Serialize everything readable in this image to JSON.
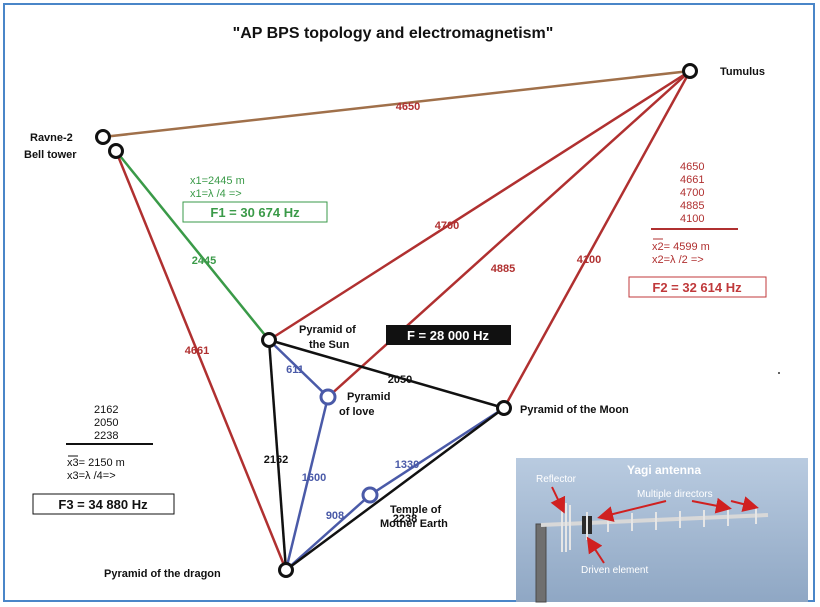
{
  "title": "\"AP BPS topology and electromagnetism\"",
  "nodes": {
    "ravne": "Ravne-2",
    "bell": "Bell tower",
    "tumulus": "Tumulus",
    "sun_1": "Pyramid of",
    "sun_2": "the Sun",
    "love_1": "Pyramid",
    "love_2": "of love",
    "moon": "Pyramid of the Moon",
    "earth_1": "Temple of",
    "earth_2": "Mother Earth",
    "dragon": "Pyramid of the dragon"
  },
  "edges": {
    "ravne_tumulus": "4650",
    "bell_sun": "2445",
    "bell_dragon": "4661",
    "sun_tumulus": "4700",
    "love_tumulus": "4885",
    "moon_tumulus": "4100",
    "sun_love": "611",
    "sun_moon": "2050",
    "sun_dragon": "2162",
    "love_dragon": "1600",
    "moon_earth": "1330",
    "earth_dragon": "908",
    "moon_dragon": "2238"
  },
  "f1": {
    "line1": "x1=2445 m",
    "line2": "x1=λ /4 =>",
    "freq": "F1 = 30 674 Hz"
  },
  "f2": {
    "values": [
      "4650",
      "4661",
      "4700",
      "4885",
      "4100"
    ],
    "mean_sym": "x2",
    "mean_rest": "= 4599 m",
    "line2": "x2=λ /2 =>",
    "freq": "F2 = 32 614 Hz"
  },
  "f3": {
    "values": [
      "2162",
      "2050",
      "2238"
    ],
    "mean_sym": "x3",
    "mean_rest": "= 2150 m",
    "line2": "x3=λ /4=>",
    "freq": "F3 = 34 880 Hz"
  },
  "f_center": "F = 28 000 Hz",
  "yagi": {
    "title": "Yagi antenna",
    "reflector": "Reflector",
    "directors": "Multiple directors",
    "driven": "Driven element"
  },
  "colors": {
    "red": "#b03030",
    "brown": "#a0704a",
    "green": "#3a9a48",
    "blue": "#4a5aa8",
    "black": "#111111",
    "f2_red": "#c0393b"
  }
}
